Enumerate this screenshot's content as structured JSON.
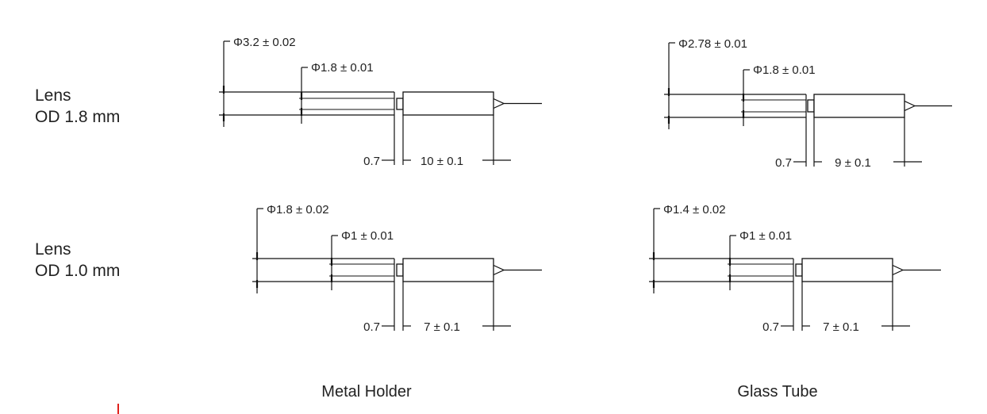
{
  "rows": [
    {
      "line1": "Lens",
      "line2": "OD 1.8 mm"
    },
    {
      "line1": "Lens",
      "line2": "OD 1.0 mm"
    }
  ],
  "columns": [
    {
      "label": "Metal Holder"
    },
    {
      "label": "Glass Tube"
    }
  ],
  "panels": [
    {
      "outer_dia": "Φ3.2 ± 0.02",
      "inner_dia": "Φ1.8 ± 0.01",
      "gap": "0.7",
      "length": "10 ± 0.1"
    },
    {
      "outer_dia": "Φ2.78 ± 0.01",
      "inner_dia": "Φ1.8 ± 0.01",
      "gap": "0.7",
      "length": "9 ± 0.1"
    },
    {
      "outer_dia": "Φ1.8 ± 0.02",
      "inner_dia": "Φ1 ± 0.01",
      "gap": "0.7",
      "length": "7 ± 0.1"
    },
    {
      "outer_dia": "Φ1.4 ± 0.02",
      "inner_dia": "Φ1 ± 0.01",
      "gap": "0.7",
      "length": "7 ± 0.1"
    }
  ]
}
